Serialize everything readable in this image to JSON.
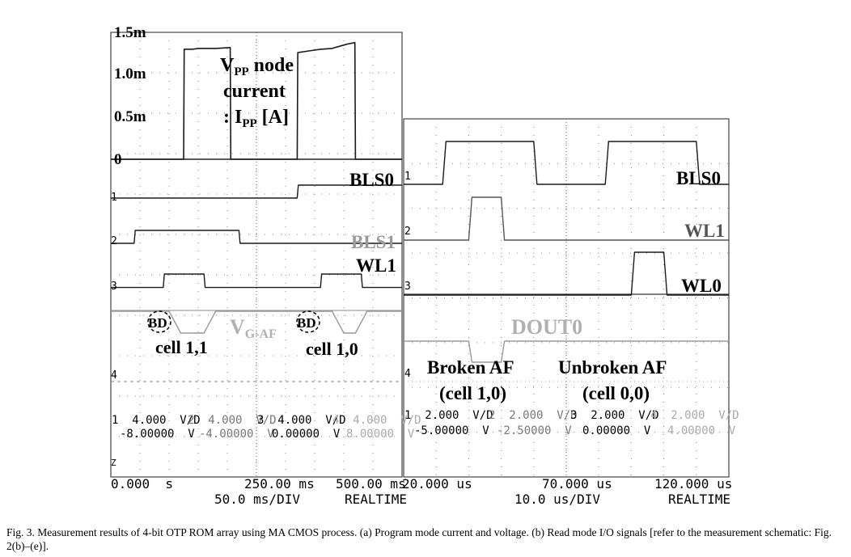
{
  "caption": "Fig. 3.    Measurement results of 4-bit OTP ROM array using MA CMOS process. (a) Program mode current and voltage. (b) Read mode I/O signals [refer to the measurement schematic: Fig. 2(b)–(e)].",
  "colors": {
    "trace_dark": "#1a1a1a",
    "trace_gray": "#9a9a9a",
    "dots": "#888888"
  },
  "chart_data": [
    {
      "type": "line",
      "panel": "a-top",
      "title_lines": [
        "V",
        "PP",
        " node",
        "current",
        ": I",
        "PP",
        " [A]"
      ],
      "yticks": [
        "1.5m",
        "1.0m",
        "0.5m",
        "0"
      ],
      "ylim": [
        0,
        1.5
      ],
      "xlim": [
        0,
        500
      ],
      "series": [
        {
          "name": "",
          "x": [
            0,
            125,
            126,
            140,
            150,
            180,
            205,
            206,
            320,
            321,
            340,
            360,
            380,
            390,
            405,
            419,
            420,
            500
          ],
          "y": [
            0,
            0,
            1.3,
            1.3,
            1.31,
            1.31,
            1.32,
            0,
            0,
            1.26,
            1.28,
            1.3,
            1.31,
            1.33,
            1.36,
            1.38,
            0,
            0
          ]
        }
      ]
    },
    {
      "type": "line",
      "panel": "a-bottom",
      "xlim": [
        0,
        500
      ],
      "labels": {
        "bls0": "BLS0",
        "bls1": "BLS1",
        "wl1": "WL1",
        "vgaf_main": "V",
        "vgaf_sub": "G-AF",
        "bd_left": "BD",
        "bd_right": "BD",
        "cell_left": "cell 1,1",
        "cell_right": "cell 1,0"
      },
      "channel_markers": [
        "1",
        "2",
        "3",
        "4",
        "Z"
      ],
      "series": [
        {
          "name": "BLS0",
          "x": [
            0,
            320,
            322,
            500
          ],
          "y": [
            4,
            4,
            8,
            8
          ]
        },
        {
          "name": "BLS1",
          "x": [
            0,
            40,
            42,
            220,
            222,
            500
          ],
          "y": [
            4,
            4,
            8,
            8,
            4,
            4
          ]
        },
        {
          "name": "WL1",
          "x": [
            0,
            90,
            92,
            160,
            162,
            360,
            362,
            430,
            432,
            500
          ],
          "y": [
            4,
            4,
            8,
            8,
            4,
            4,
            8,
            8,
            4,
            4
          ]
        },
        {
          "name": "V G-AF",
          "x": [
            0,
            100,
            120,
            160,
            180,
            210,
            310,
            380,
            400,
            420,
            440,
            500
          ],
          "y": [
            8,
            8,
            1,
            1,
            8,
            8,
            8,
            8,
            1,
            1,
            8,
            8
          ]
        }
      ],
      "scale_readout": {
        "row1": [
          "1  4.000  V/D",
          "2  4.000  V/D",
          "3  4.000  V/D",
          "4  4.000  V/D"
        ],
        "row2": [
          "-8.00000  V",
          "-4.00000  V",
          "0.00000  V",
          "8.00000  V"
        ]
      },
      "time_axis": {
        "start": "0.000  s",
        "center": "250.00 ms",
        "end": "500.00 ms",
        "per_div": "50.0 ms/DIV",
        "mode": "REALTIME"
      }
    },
    {
      "type": "line",
      "panel": "b",
      "xlim": [
        20,
        120
      ],
      "labels": {
        "bls0": "BLS0",
        "wl1": "WL1",
        "wl0": "WL0",
        "dout0": "DOUT0",
        "broken": "Broken AF",
        "broken_cell": "(cell 1,0)",
        "unbroken": "Unbroken AF",
        "unbroken_cell": "(cell 0,0)"
      },
      "channel_markers": [
        "1",
        "2",
        "3",
        "4"
      ],
      "series": [
        {
          "name": "BLS0",
          "x": [
            20,
            32,
            33,
            60,
            61,
            82,
            83,
            110,
            111,
            120
          ],
          "y": [
            0,
            0,
            5,
            5,
            0,
            0,
            5,
            5,
            0,
            0
          ]
        },
        {
          "name": "WL1",
          "x": [
            20,
            40,
            41,
            50,
            51,
            120
          ],
          "y": [
            0,
            0,
            5,
            5,
            0,
            0
          ]
        },
        {
          "name": "WL0",
          "x": [
            20,
            90,
            91,
            100,
            101,
            120
          ],
          "y": [
            0,
            0,
            5,
            5,
            0,
            0
          ]
        },
        {
          "name": "DOUT0",
          "x": [
            20,
            40,
            41,
            50,
            51,
            120
          ],
          "y": [
            5,
            5,
            0,
            0,
            5,
            5
          ]
        }
      ],
      "scale_readout": {
        "row1": [
          "1  2.000  V/D",
          "2  2.000  V/D",
          "3  2.000  V/D",
          "4  2.000  V/D"
        ],
        "row2": [
          "-5.00000  V",
          "-2.50000  V",
          "0.00000  V",
          "4.00000  V"
        ]
      },
      "time_axis": {
        "start": "20.000 us",
        "center": "70.000 us",
        "end": "120.000 us",
        "per_div": "10.0 us/DIV",
        "mode": "REALTIME"
      }
    }
  ]
}
